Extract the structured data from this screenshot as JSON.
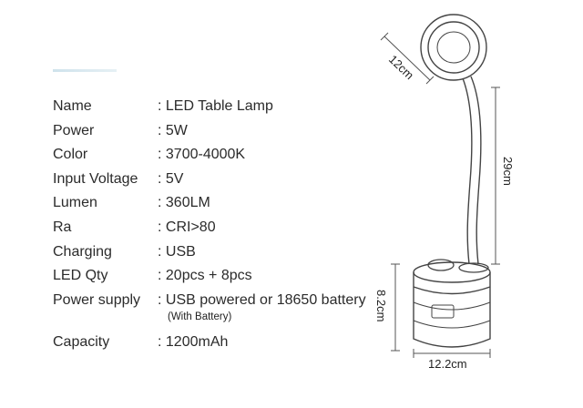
{
  "specs": [
    {
      "label": "Name",
      "value": ": LED Table Lamp"
    },
    {
      "label": "Power",
      "value": ": 5W"
    },
    {
      "label": "Color",
      "value": ": 3700-4000K"
    },
    {
      "label": "Input Voltage",
      "value": ": 5V"
    },
    {
      "label": "Lumen",
      "value": ": 360LM"
    },
    {
      "label": "Ra",
      "value": ": CRI>80"
    },
    {
      "label": "Charging",
      "value": ": USB"
    },
    {
      "label": "LED Qty",
      "value": ": 20pcs + 8pcs"
    },
    {
      "label": "Power supply",
      "value": ": USB powered or 18650 battery",
      "note": "(With Battery)"
    },
    {
      "label": "Capacity",
      "value": ": 1200mAh"
    }
  ],
  "dimensions": {
    "head": "12cm",
    "height": "29cm",
    "base_height": "8.2cm",
    "base_width": "12.2cm"
  },
  "colors": {
    "accent": "#cfe3ec",
    "text": "#2b2b2b",
    "line": "#555555"
  }
}
